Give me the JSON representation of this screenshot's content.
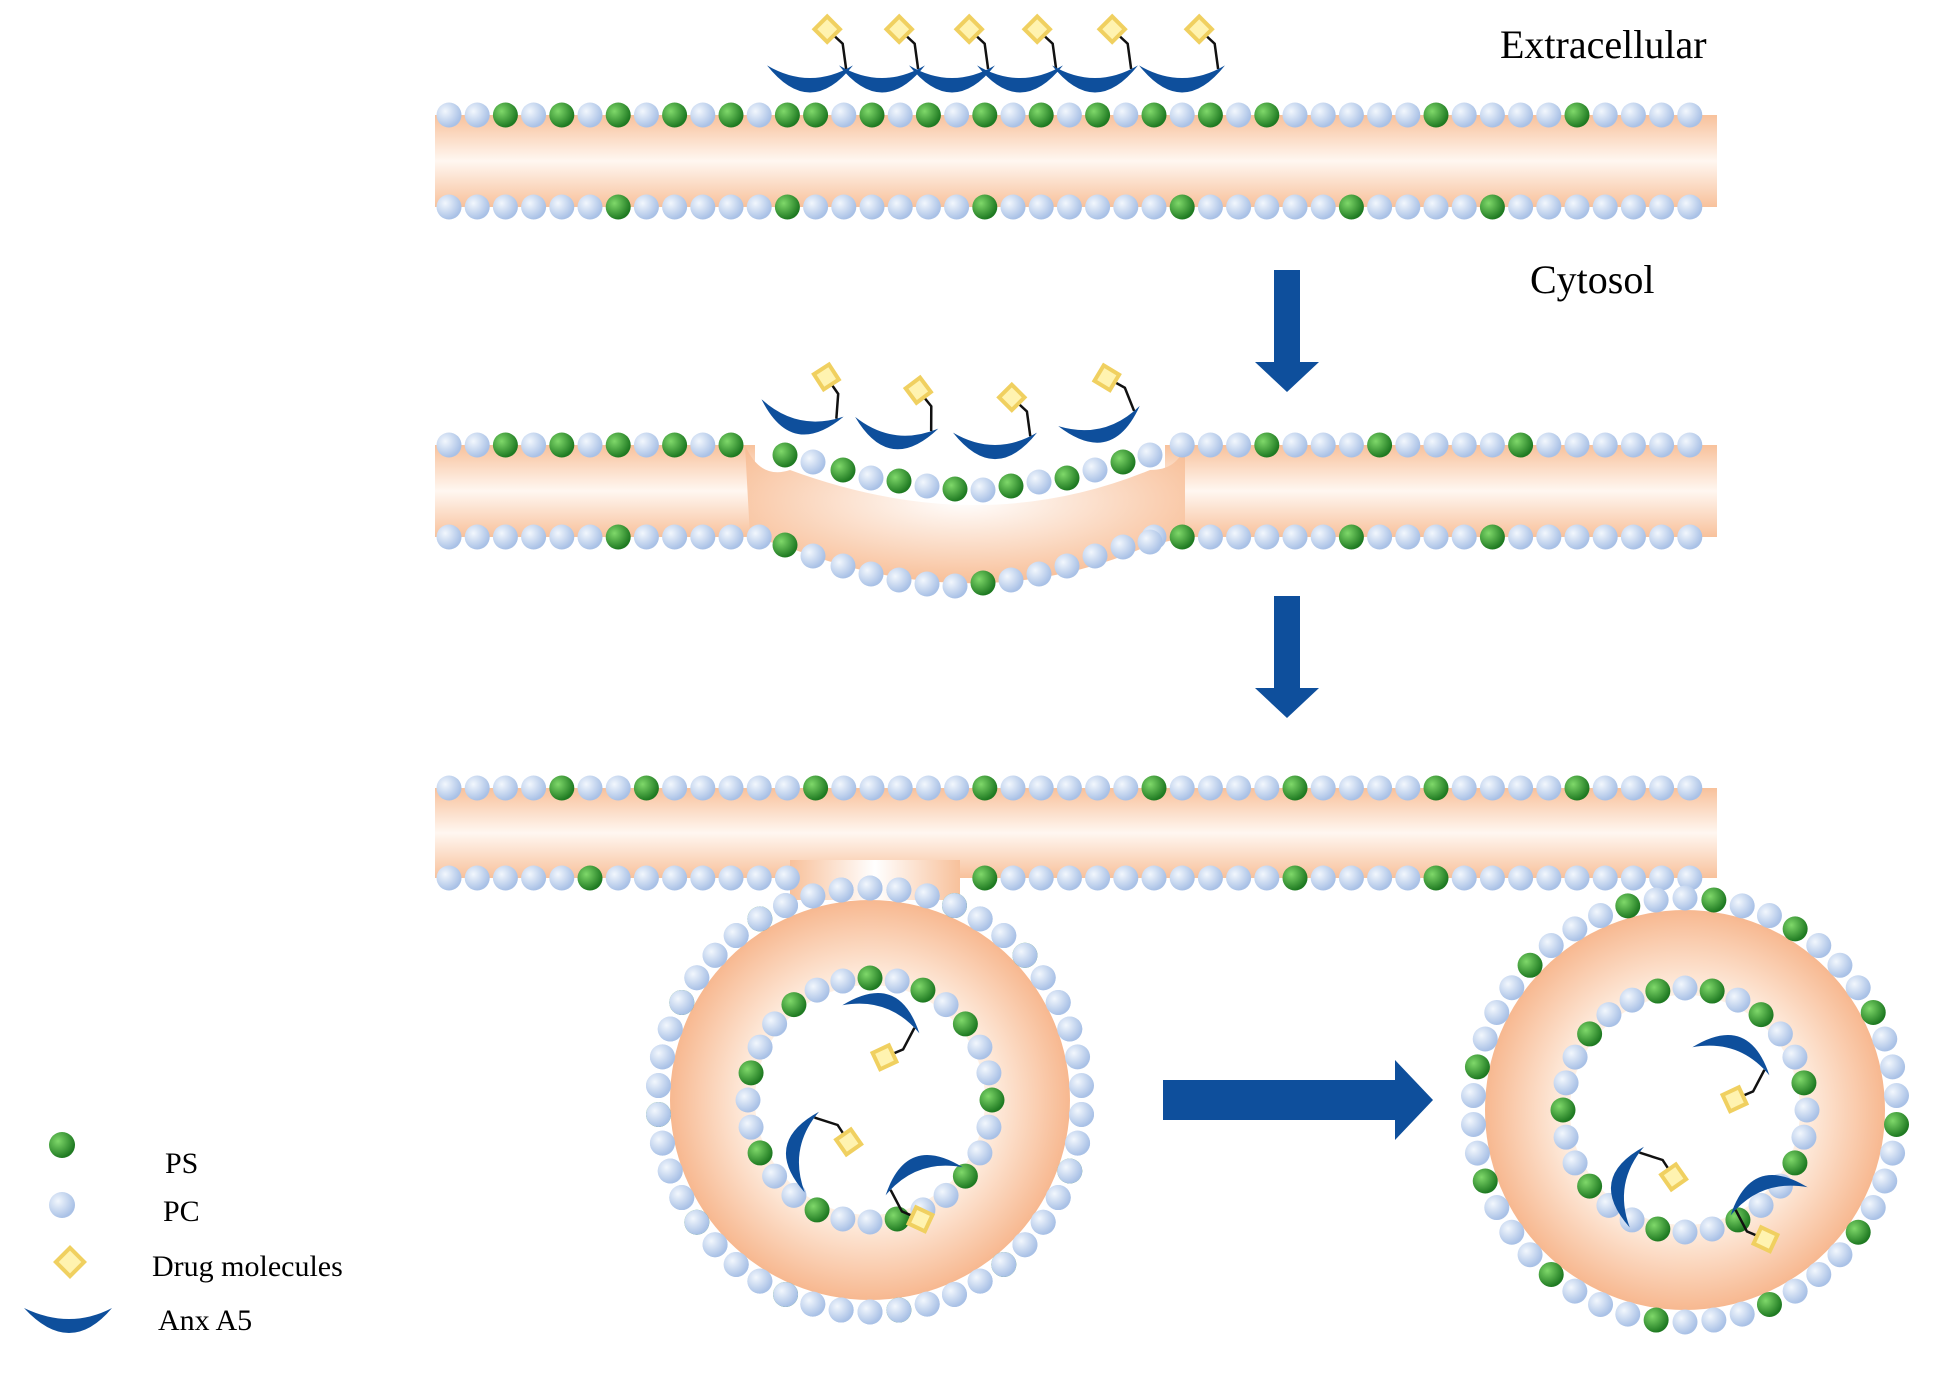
{
  "labels": {
    "extracellular": "Extracellular",
    "cytosol": "Cytosol"
  },
  "legend": [
    {
      "key": "ps",
      "label": "PS"
    },
    {
      "key": "pc",
      "label": "PC"
    },
    {
      "key": "drug",
      "label": "Drug molecules"
    },
    {
      "key": "anx",
      "label": "Anx A5"
    }
  ],
  "colors": {
    "ps_fill": "#2e8b2e",
    "ps_light": "#6fcf5a",
    "pc_fill": "#b9cdeb",
    "pc_light": "#eaf1fb",
    "membrane_core": "#f8c6a2",
    "membrane_center": "#ffffff",
    "anx": "#0e4f9c",
    "drug_fill": "#fff3b0",
    "drug_stroke": "#f0d060",
    "arrow": "#0e4f9c",
    "text": "#000000"
  }
}
